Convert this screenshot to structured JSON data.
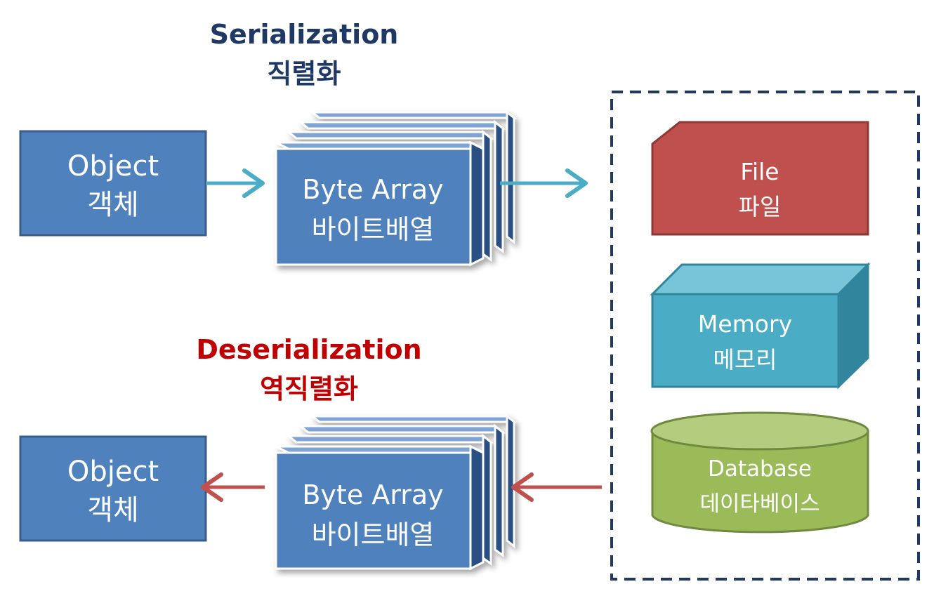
{
  "serialization": {
    "title_en": "Serialization",
    "title_ko": "직렬화",
    "title_color": "#1f3864"
  },
  "deserialization": {
    "title_en": "Deserialization",
    "title_ko": "역직렬화",
    "title_color": "#c00000"
  },
  "top_object": {
    "label_en": "Object",
    "label_ko": "객체"
  },
  "bottom_object": {
    "label_en": "Object",
    "label_ko": "객체"
  },
  "top_byte_array": {
    "label_en": "Byte Array",
    "label_ko": "바이트배열"
  },
  "bottom_byte_array": {
    "label_en": "Byte Array",
    "label_ko": "바이트배열"
  },
  "storage": {
    "file": {
      "label_en": "File",
      "label_ko": "파일",
      "color": "#c0504d"
    },
    "memory": {
      "label_en": "Memory",
      "label_ko": "메모리",
      "color": "#4bacc6"
    },
    "database": {
      "label_en": "Database",
      "label_ko": "데이타베이스",
      "color": "#9bbb59"
    }
  },
  "colors": {
    "box_blue": "#4f81bd",
    "box_border": "#385d8a",
    "arrow_serialize": "#4bacc6",
    "arrow_deserialize": "#c0504d",
    "dashed_border": "#1f3864"
  }
}
